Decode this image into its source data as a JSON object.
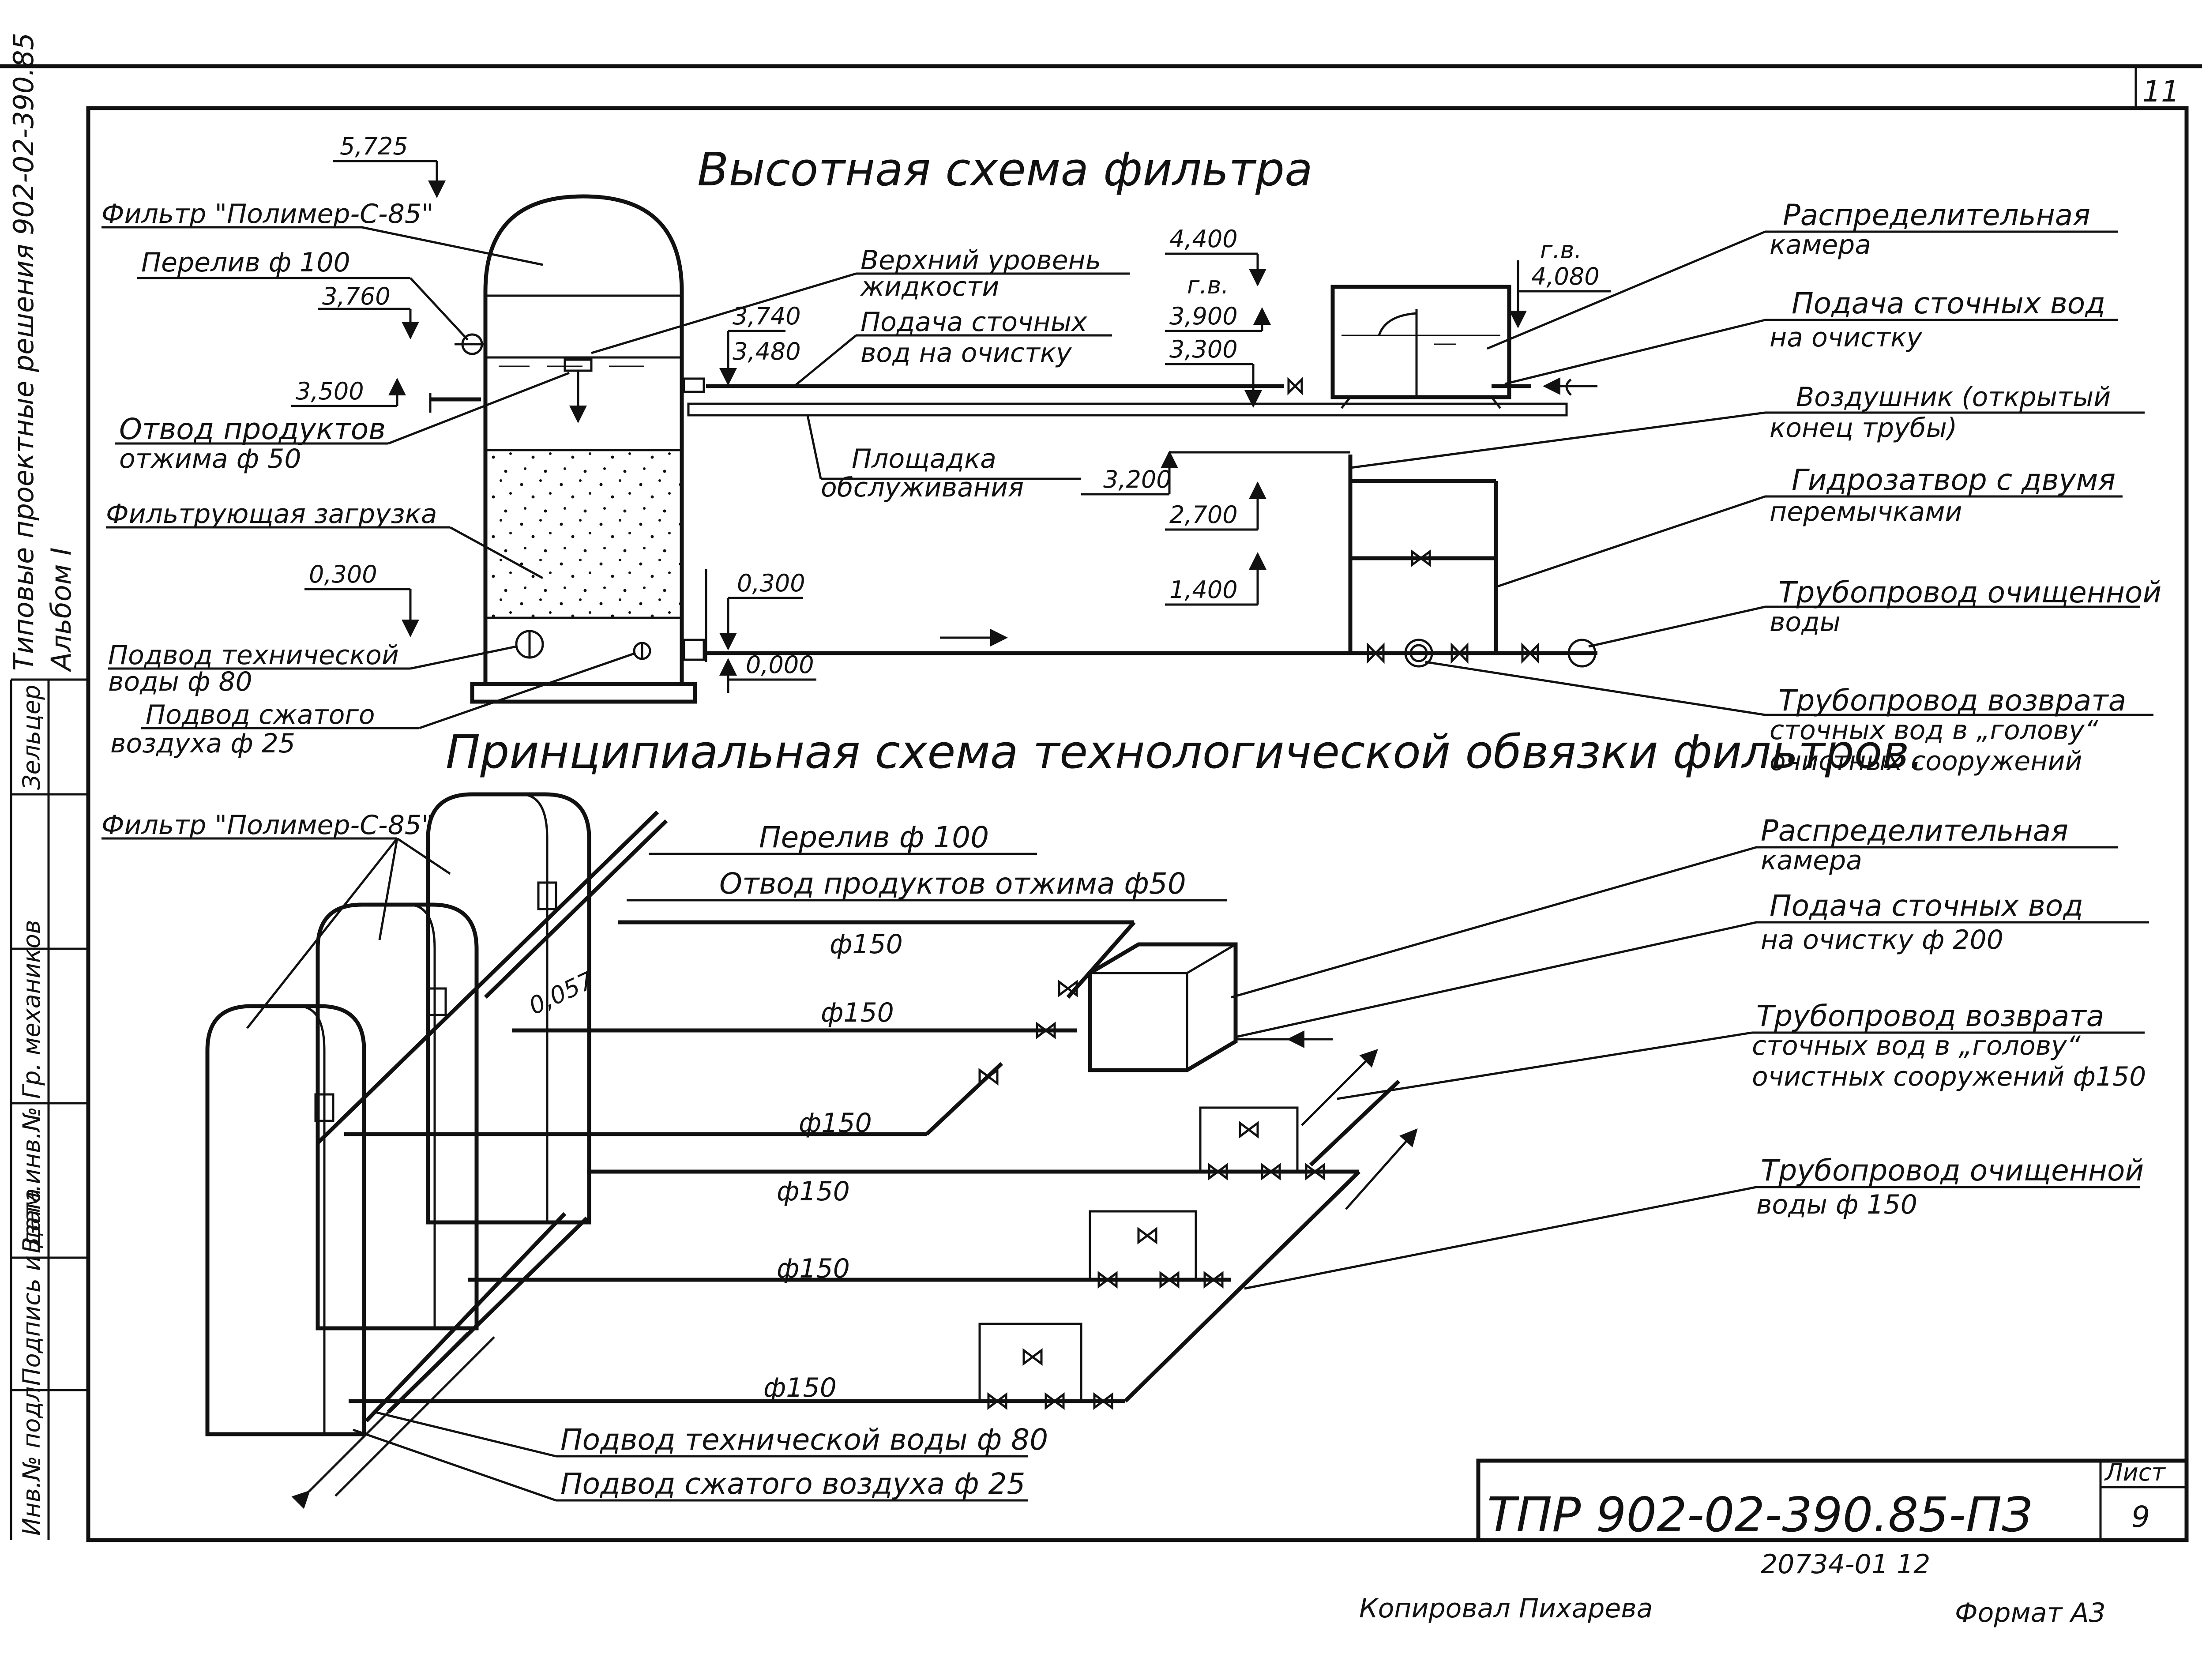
{
  "sheet": {
    "number": "11",
    "side_title_1": "Типовые проектные решения 902-02-390.85",
    "side_title_2": "Альбом I",
    "side_cells": [
      "Зельцер",
      "Гр. механиков",
      "Инв.№ подл.",
      "Подпись и дата",
      "Взам.инв.№"
    ],
    "stamp_code": "ТПР 902-02-390.85-ПЗ",
    "sheet_label": "Лист",
    "sheet_page": "9",
    "order_no": "20734-01 12",
    "copied_by": "Копировал Пихарева",
    "format": "Формат А3"
  },
  "height_scheme": {
    "title": "Высотная схема фильтра",
    "labels": {
      "filter": "Фильтр \"Полимер-С-85\"",
      "overflow": "Перелив ф 100",
      "press_out": "Отвод продуктов",
      "press_out_2": "отжима ф 50",
      "media": "Фильтрующая загрузка",
      "tech_water": "Подвод технической",
      "tech_water_2": "воды ф 80",
      "air": "Подвод сжатого",
      "air_2": "воздуха ф 25",
      "upper_level": "Верхний уровень",
      "upper_level_2": "жидкости",
      "supply": "Подача сточных",
      "supply_2": "вод на очистку",
      "platform": "Площадка",
      "platform_2": "обслуживания",
      "dist_chamber": "Распределительная",
      "dist_chamber_2": "камера",
      "supply_r": "Подача сточных вод",
      "supply_r_2": "на очистку",
      "vent": "Воздушник (открытый",
      "vent_2": "конец трубы)",
      "seal": "Гидрозатвор с двумя",
      "seal_2": "перемычками",
      "clean": "Трубопровод очищенной",
      "clean_2": "воды",
      "return": "Трубопровод возврата",
      "return_2": "сточных вод в „голову“",
      "return_3": "очистных сооружений",
      "gv": "г.в.",
      "gv2": "г.в."
    },
    "elevations": {
      "e5725": "5,725",
      "e3760": "3,760",
      "e3500": "3,500",
      "e0300": "0,300",
      "e3740": "3,740",
      "e3480": "3,480",
      "e0300b": "0,300",
      "e0000": "0,000",
      "e4400": "4,400",
      "e3900": "3,900",
      "e3300": "3,300",
      "e4080": "4,080",
      "e3200": "3,200",
      "e2700": "2,700",
      "e1400": "1,400"
    }
  },
  "principal_scheme": {
    "title": "Принципиальная схема технологической обвязки фильтров.",
    "labels": {
      "filter": "Фильтр \"Полимер-С-85\"",
      "overflow": "Перелив ф 100",
      "press_out": "Отвод продуктов отжима ф50",
      "dist_chamber": "Распределительная",
      "dist_chamber_2": "камера",
      "supply": "Подача сточных вод",
      "supply_2": "на очистку ф 200",
      "return": "Трубопровод возврата",
      "return_2": "сточных вод в „голову“",
      "return_3": "очистных сооружений ф150",
      "clean": "Трубопровод очищенной",
      "clean_2": "воды ф 150",
      "tech_water": "Подвод технической воды ф 80",
      "air": "Подвод сжатого воздуха ф 25",
      "slope": "0,057"
    },
    "diameters": [
      "ф150",
      "ф150",
      "ф150",
      "ф150",
      "ф150",
      "ф150"
    ]
  }
}
